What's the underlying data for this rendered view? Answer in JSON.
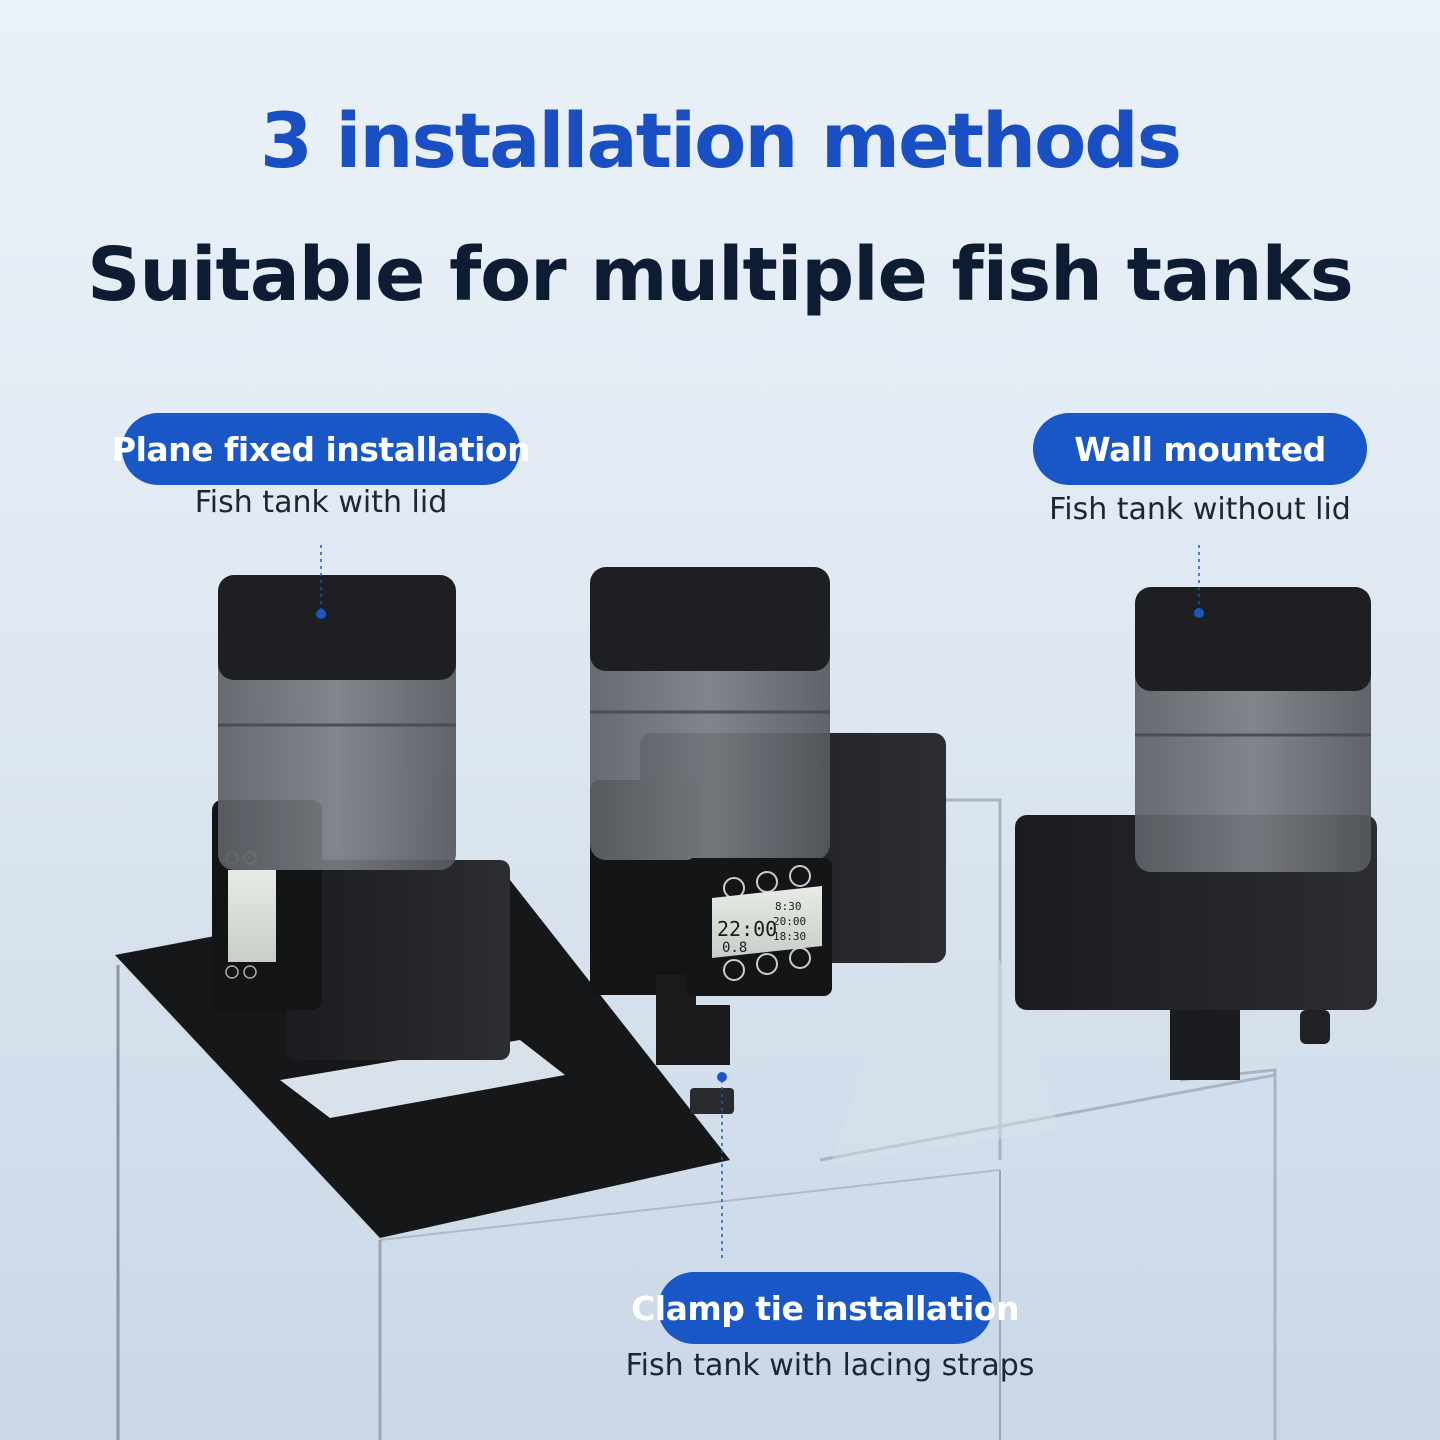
{
  "header": {
    "title": "3 installation methods",
    "subtitle": "Suitable for multiple fish tanks"
  },
  "methods": [
    {
      "label": "Plane fixed installation",
      "caption": "Fish tank with lid"
    },
    {
      "label": "Wall mounted",
      "caption": "Fish tank without lid"
    },
    {
      "label": "Clamp tie installation",
      "caption": "Fish tank with lacing straps"
    }
  ],
  "display": {
    "time_large": "22:00",
    "amount": "0.8",
    "schedule": [
      "8:30",
      "20:00",
      "18:30"
    ]
  },
  "colors": {
    "accent_blue": "#1a57c6",
    "title_blue": "#1a4fc4",
    "dark_text": "#0d1b33"
  }
}
